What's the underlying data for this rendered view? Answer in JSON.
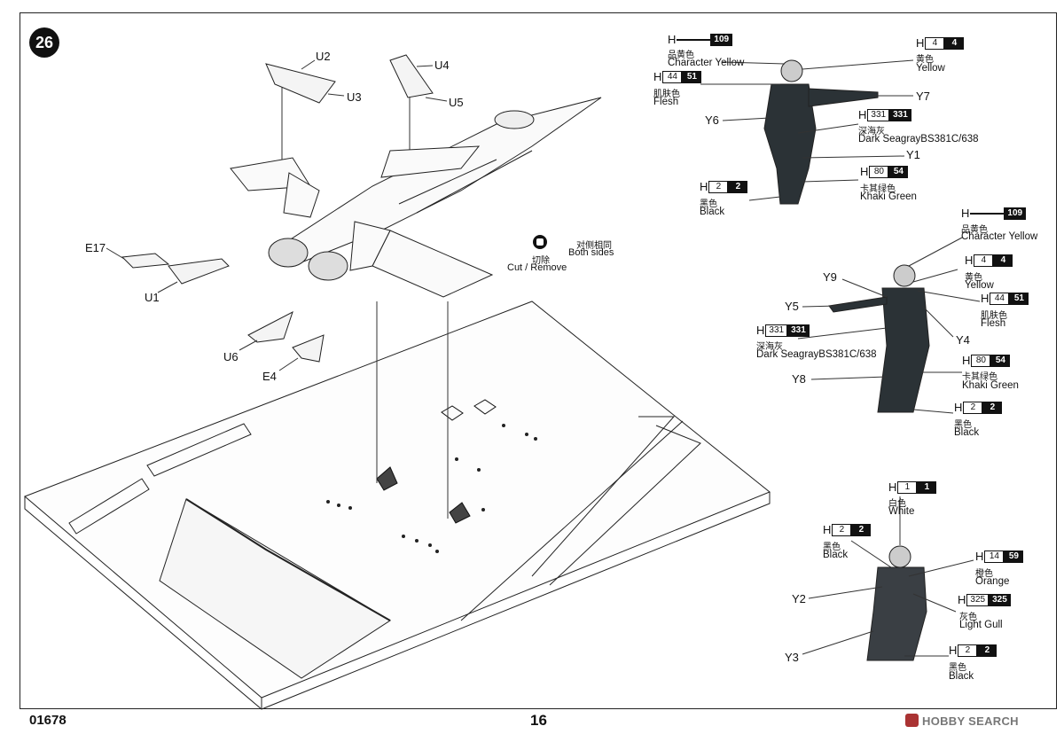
{
  "step_number": "26",
  "kit_code": "01678",
  "page_number": "16",
  "watermark": "HOBBY SEARCH",
  "cut_note": {
    "zh": "对侧相同",
    "en": "Both sides",
    "zh2": "切除",
    "en2": "Cut / Remove"
  },
  "parts": {
    "U2": "U2",
    "U3": "U3",
    "U4": "U4",
    "U5": "U5",
    "E17": "E17",
    "U1": "U1",
    "U6": "U6",
    "E4": "E4",
    "Y1": "Y1",
    "Y2": "Y2",
    "Y3": "Y3",
    "Y4": "Y4",
    "Y5": "Y5",
    "Y6": "Y6",
    "Y7": "Y7",
    "Y8": "Y8",
    "Y9": "Y9"
  },
  "colors": {
    "c109": {
      "h": "H",
      "a": "",
      "b": "109",
      "zh": "品黄色",
      "en": "Character Yellow"
    },
    "c4": {
      "h": "H",
      "a": "4",
      "b": "4",
      "zh": "黄色",
      "en": "Yellow"
    },
    "c44": {
      "h": "H",
      "a": "44",
      "b": "51",
      "zh": "肌肤色",
      "en": "Flesh"
    },
    "c331": {
      "h": "H",
      "a": "331",
      "b": "331",
      "zh": "深海灰",
      "en": "Dark SeagrayBS381C/638"
    },
    "c80": {
      "h": "H",
      "a": "80",
      "b": "54",
      "zh": "卡其绿色",
      "en": "Khaki Green"
    },
    "c2": {
      "h": "H",
      "a": "2",
      "b": "2",
      "zh": "黑色",
      "en": "Black"
    },
    "c1": {
      "h": "H",
      "a": "1",
      "b": "1",
      "zh": "白色",
      "en": "White"
    },
    "c14": {
      "h": "H",
      "a": "14",
      "b": "59",
      "zh": "橙色",
      "en": "Orange"
    },
    "c325": {
      "h": "H",
      "a": "325",
      "b": "325",
      "zh": "灰色",
      "en": "Light Gull"
    }
  },
  "brand_colors": {
    "ink": "#111111",
    "paper": "#ffffff",
    "logo": "#aa3333"
  }
}
